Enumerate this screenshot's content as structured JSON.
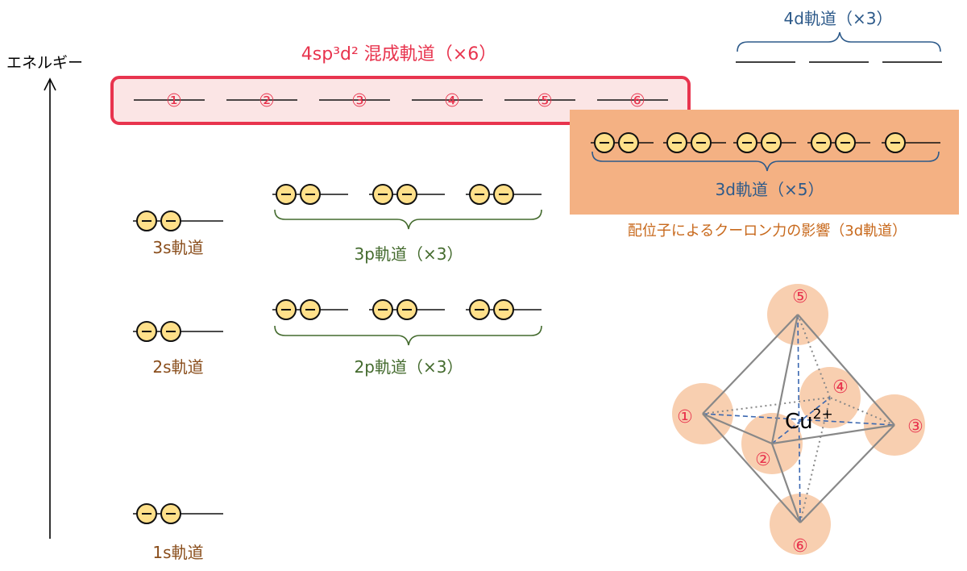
{
  "axis": {
    "label": "エネルギー"
  },
  "hybrid": {
    "title": "4sp³d² 混成軌道（×6）",
    "slots": [
      "①",
      "②",
      "③",
      "④",
      "⑤",
      "⑥"
    ]
  },
  "orbital_4d": {
    "label": "4d軌道（×3）",
    "count": 3
  },
  "orbital_3d": {
    "label": "3d軌道（×5）",
    "electrons": [
      2,
      2,
      2,
      2,
      1
    ]
  },
  "coulomb_note": "配位子によるクーロン力の影響（3d軌道）",
  "orbital_3s": {
    "label": "3s軌道",
    "electrons": 2
  },
  "orbital_3p": {
    "label": "3p軌道（×3）",
    "electrons": [
      2,
      2,
      2
    ]
  },
  "orbital_2s": {
    "label": "2s軌道",
    "electrons": 2
  },
  "orbital_2p": {
    "label": "2p軌道（×3）",
    "electrons": [
      2,
      2,
      2
    ]
  },
  "orbital_1s": {
    "label": "1s軌道",
    "electrons": 2
  },
  "octahedron": {
    "center_label": "Cu",
    "center_charge": "2+",
    "ligands": [
      "①",
      "②",
      "③",
      "④",
      "⑤",
      "⑥"
    ]
  },
  "colors": {
    "red": "#e8344e",
    "orange_box": "#f4b183",
    "ligand_fill": "#f8cfb0",
    "electron_fill": "#ffe08a",
    "blue": "#2d5a8a",
    "green": "#446b2e",
    "brown": "#8a4e1c"
  }
}
